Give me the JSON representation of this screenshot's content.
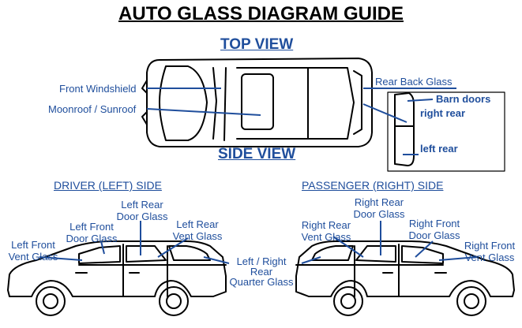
{
  "title": "AUTO GLASS DIAGRAM GUIDE",
  "top_view": {
    "heading": "TOP VIEW",
    "labels": {
      "front_windshield": "Front Windshield",
      "moonroof": "Moonroof / Sunroof",
      "rear_back_glass": "Rear Back Glass",
      "barn_doors": "Barn doors",
      "right_rear": "right rear",
      "left_rear": "left rear"
    }
  },
  "side_view": {
    "heading": "SIDE VIEW",
    "driver": {
      "heading": "DRIVER (LEFT) SIDE",
      "front_vent": [
        "Left Front",
        "Vent Glass"
      ],
      "front_door": [
        "Left Front",
        "Door Glass"
      ],
      "rear_door": [
        "Left Rear",
        "Door Glass"
      ],
      "rear_vent": [
        "Left Rear",
        "Vent Glass"
      ]
    },
    "passenger": {
      "heading": "PASSENGER (RIGHT) SIDE",
      "rear_vent": [
        "Right Rear",
        "Vent Glass"
      ],
      "rear_door": [
        "Right Rear",
        "Door Glass"
      ],
      "front_door": [
        "Right Front",
        "Door Glass"
      ],
      "front_vent": [
        "Right Front",
        "Vent Glass"
      ]
    },
    "quarter": [
      "Left / Right",
      "Rear",
      "Quarter Glass"
    ]
  },
  "colors": {
    "label": "#1f4e9c",
    "outline": "#000000"
  }
}
